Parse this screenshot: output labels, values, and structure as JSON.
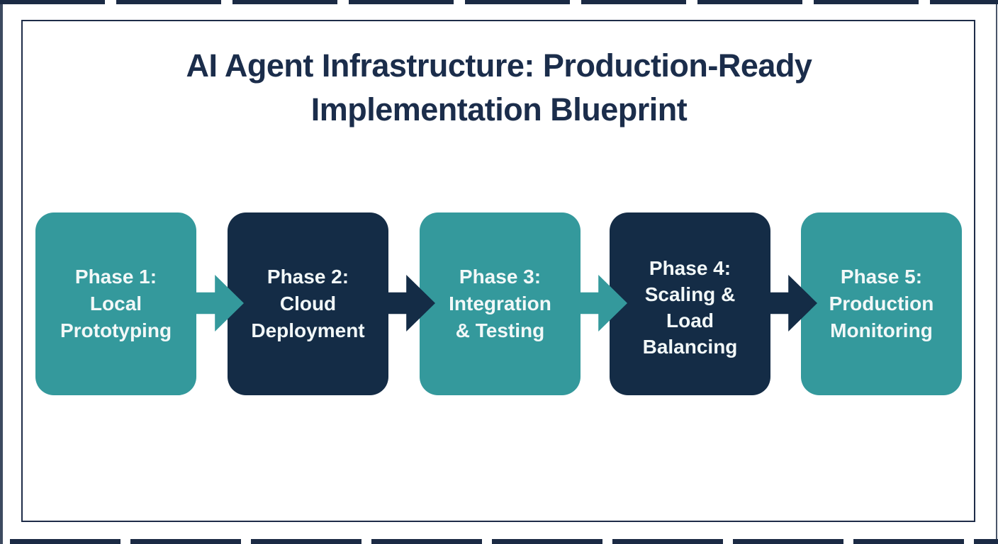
{
  "title": {
    "line1": "AI Agent Infrastructure: Production-Ready",
    "line2": "Implementation Blueprint"
  },
  "phases": [
    {
      "name": "Phase 1",
      "color": "teal",
      "lines": [
        "Phase 1:",
        "Local",
        "Prototyping"
      ]
    },
    {
      "name": "Phase 2",
      "color": "navy",
      "lines": [
        "Phase 2:",
        "Cloud",
        "Deployment"
      ]
    },
    {
      "name": "Phase 3",
      "color": "teal",
      "lines": [
        "Phase 3:",
        "Integration",
        "& Testing"
      ]
    },
    {
      "name": "Phase 4",
      "color": "navy",
      "lines": [
        "Phase 4:",
        "Scaling &",
        "Load",
        "Balancing"
      ]
    },
    {
      "name": "Phase 5",
      "color": "teal",
      "lines": [
        "Phase 5:",
        "Production",
        "Monitoring"
      ]
    }
  ],
  "arrows": [
    {
      "from": "Phase 1",
      "to": "Phase 2",
      "color": "teal"
    },
    {
      "from": "Phase 2",
      "to": "Phase 3",
      "color": "navy"
    },
    {
      "from": "Phase 3",
      "to": "Phase 4",
      "color": "teal"
    },
    {
      "from": "Phase 4",
      "to": "Phase 5",
      "color": "navy"
    }
  ],
  "colors": {
    "teal": "#34999c",
    "navy": "#142c46",
    "title": "#1b2d4b",
    "frame": "#1e2c48",
    "boxtext": "#f2f8f8",
    "edge": "#1b2a44",
    "bg": "#ffffff"
  }
}
